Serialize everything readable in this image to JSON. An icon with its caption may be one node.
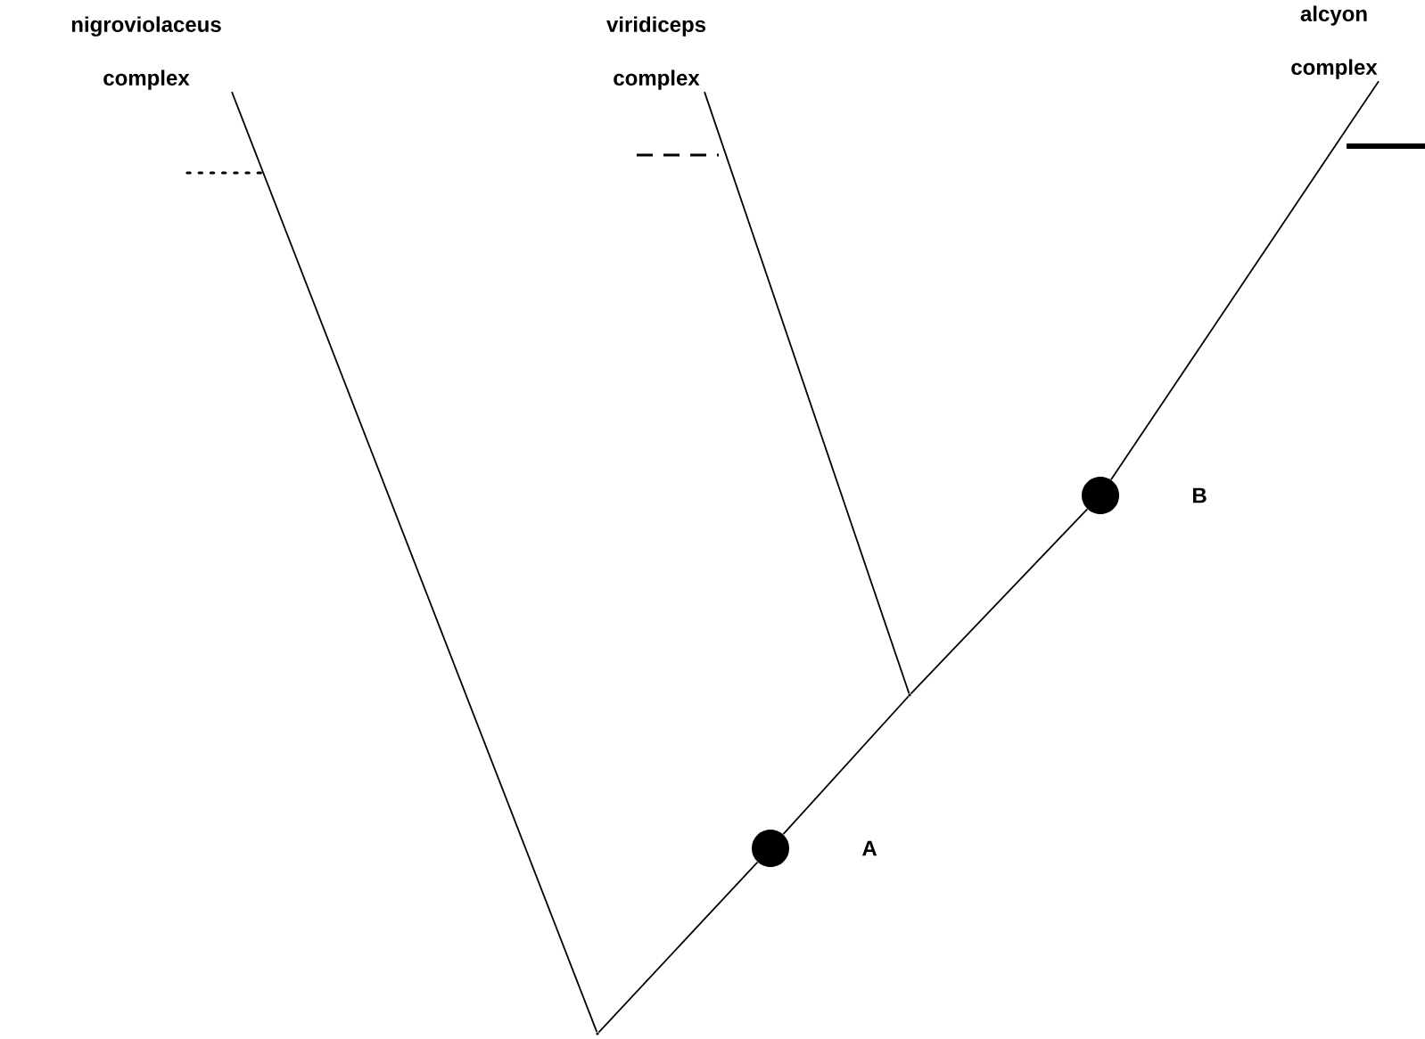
{
  "diagram": {
    "nodes": [
      {
        "text": [
          "nigroviolaceus complex"
        ]
      },
      {
        "text": [
          "viridiceps complex"
        ]
      },
      {
        "text": [
          "alcyon complex"
        ]
      },
      {
        "text": [],
        "shape": "point"
      },
      {
        "text": [],
        "shape": "point"
      },
      {
        "text": [],
        "shape": "circle",
        "beside": [
          "A"
        ]
      },
      {
        "text": [],
        "shape": "circle",
        "beside": [
          "B"
        ]
      }
    ],
    "edges": [
      {
        "from": 3,
        "to": 0,
        "arrow": "none"
      },
      {
        "from": 3,
        "to": 5,
        "arrow": "none"
      },
      {
        "from": 5,
        "to": 4,
        "arrow": "none"
      },
      {
        "from": 4,
        "to": 1,
        "arrow": "none"
      },
      {
        "from": 4,
        "to": 6,
        "arrow": "none"
      },
      {
        "from": 6,
        "to": 2,
        "arrow": "none"
      }
    ]
  }
}
